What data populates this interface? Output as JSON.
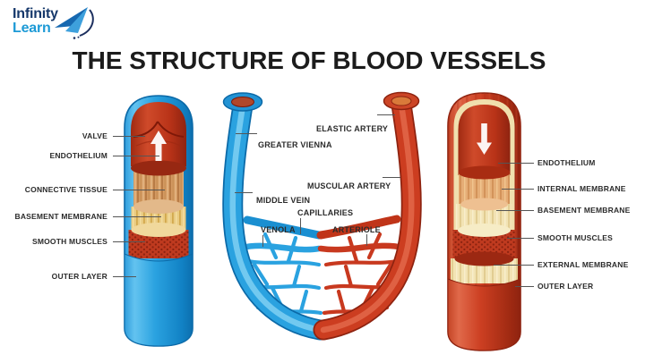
{
  "brand": {
    "name_line1": "Infinity",
    "name_line2": "Learn"
  },
  "title": "THE STRUCTURE OF BLOOD VESSELS",
  "diagram": {
    "vein": {
      "name": "vein cross-section",
      "labels": [
        "VALVE",
        "ENDOTHELIUM",
        "CONNECTIVE TISSUE",
        "BASEMENT MEMBRANE",
        "SMOOTH MUSCLES",
        "OUTER LAYER"
      ]
    },
    "center": {
      "name": "circulation loop",
      "labels": [
        "GREATER VIENNA",
        "ELASTIC ARTERY",
        "MIDDLE VEIN",
        "MUSCULAR ARTERY",
        "CAPILLARIES",
        "VENOLA",
        "ARTERIOLE"
      ]
    },
    "artery": {
      "name": "artery cross-section",
      "labels": [
        "ENDOTHELIUM",
        "INTERNAL MEMBRANE",
        "BASEMENT MEMBRANE",
        "SMOOTH MUSCLES",
        "EXTERNAL MEMBRANE",
        "OUTER LAYER"
      ]
    }
  },
  "colors": {
    "vein_blue": "#2aa2e0",
    "artery_red": "#c8391f",
    "brand_dark_blue": "#16386b",
    "brand_light_blue": "#1d9ad6",
    "label_text": "#2b2b2b",
    "title_text": "#1c1c1c"
  }
}
